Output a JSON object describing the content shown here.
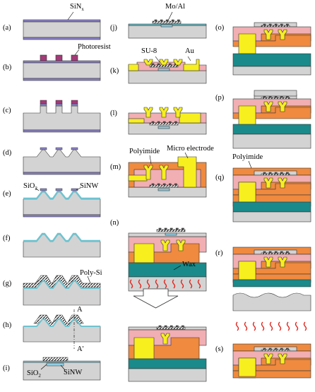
{
  "colors": {
    "substrate": "#d3d3d3",
    "nitride": "#8b82c8",
    "photoresist": "#a33b78",
    "oxide": "#6ec3cf",
    "sinw": "#8fd0e6",
    "gold": "#f7ef1e",
    "su8": "#f1aeb3",
    "polyimide": "#f08a3e",
    "wax": "#1a8a8a",
    "mo_al": "#555555",
    "heat": "#e0221a",
    "outline": "#333333"
  },
  "steps": [
    {
      "id": "a",
      "label": "(a)"
    },
    {
      "id": "b",
      "label": "(b)"
    },
    {
      "id": "c",
      "label": "(c)"
    },
    {
      "id": "d",
      "label": "(d)"
    },
    {
      "id": "e",
      "label": "(e)"
    },
    {
      "id": "f",
      "label": "(f)"
    },
    {
      "id": "g",
      "label": "(g)"
    },
    {
      "id": "h",
      "label": "(h)"
    },
    {
      "id": "i",
      "label": "(i)"
    },
    {
      "id": "j",
      "label": "(j)"
    },
    {
      "id": "k",
      "label": "(k)"
    },
    {
      "id": "l",
      "label": "(l)"
    },
    {
      "id": "m",
      "label": "(m)"
    },
    {
      "id": "n",
      "label": "(n)"
    },
    {
      "id": "o",
      "label": "(o)"
    },
    {
      "id": "p",
      "label": "(p)"
    },
    {
      "id": "q",
      "label": "(q)"
    },
    {
      "id": "r",
      "label": "(r)"
    },
    {
      "id": "s",
      "label": "(s)"
    }
  ],
  "annotations": {
    "sinx_base": "SiN",
    "sinx_sub": "x",
    "photoresist": "Photoresist",
    "sio2_base": "SiO",
    "sio2_sub": "2",
    "sinw": "SiNW",
    "poly_si": "Poly-Si",
    "section_a": "A",
    "section_a_prime": "A'",
    "i_sio2_base": "SiO",
    "i_sio2_sub": "2",
    "i_sinw": "SiNW",
    "mo_al": "Mo/Al",
    "su8": "SU-8",
    "au": "Au",
    "polyimide_m": "Polyimide",
    "micro_electrode": "Micro electrode",
    "wax": "Wax",
    "polyimide_q": "Polyimide"
  }
}
